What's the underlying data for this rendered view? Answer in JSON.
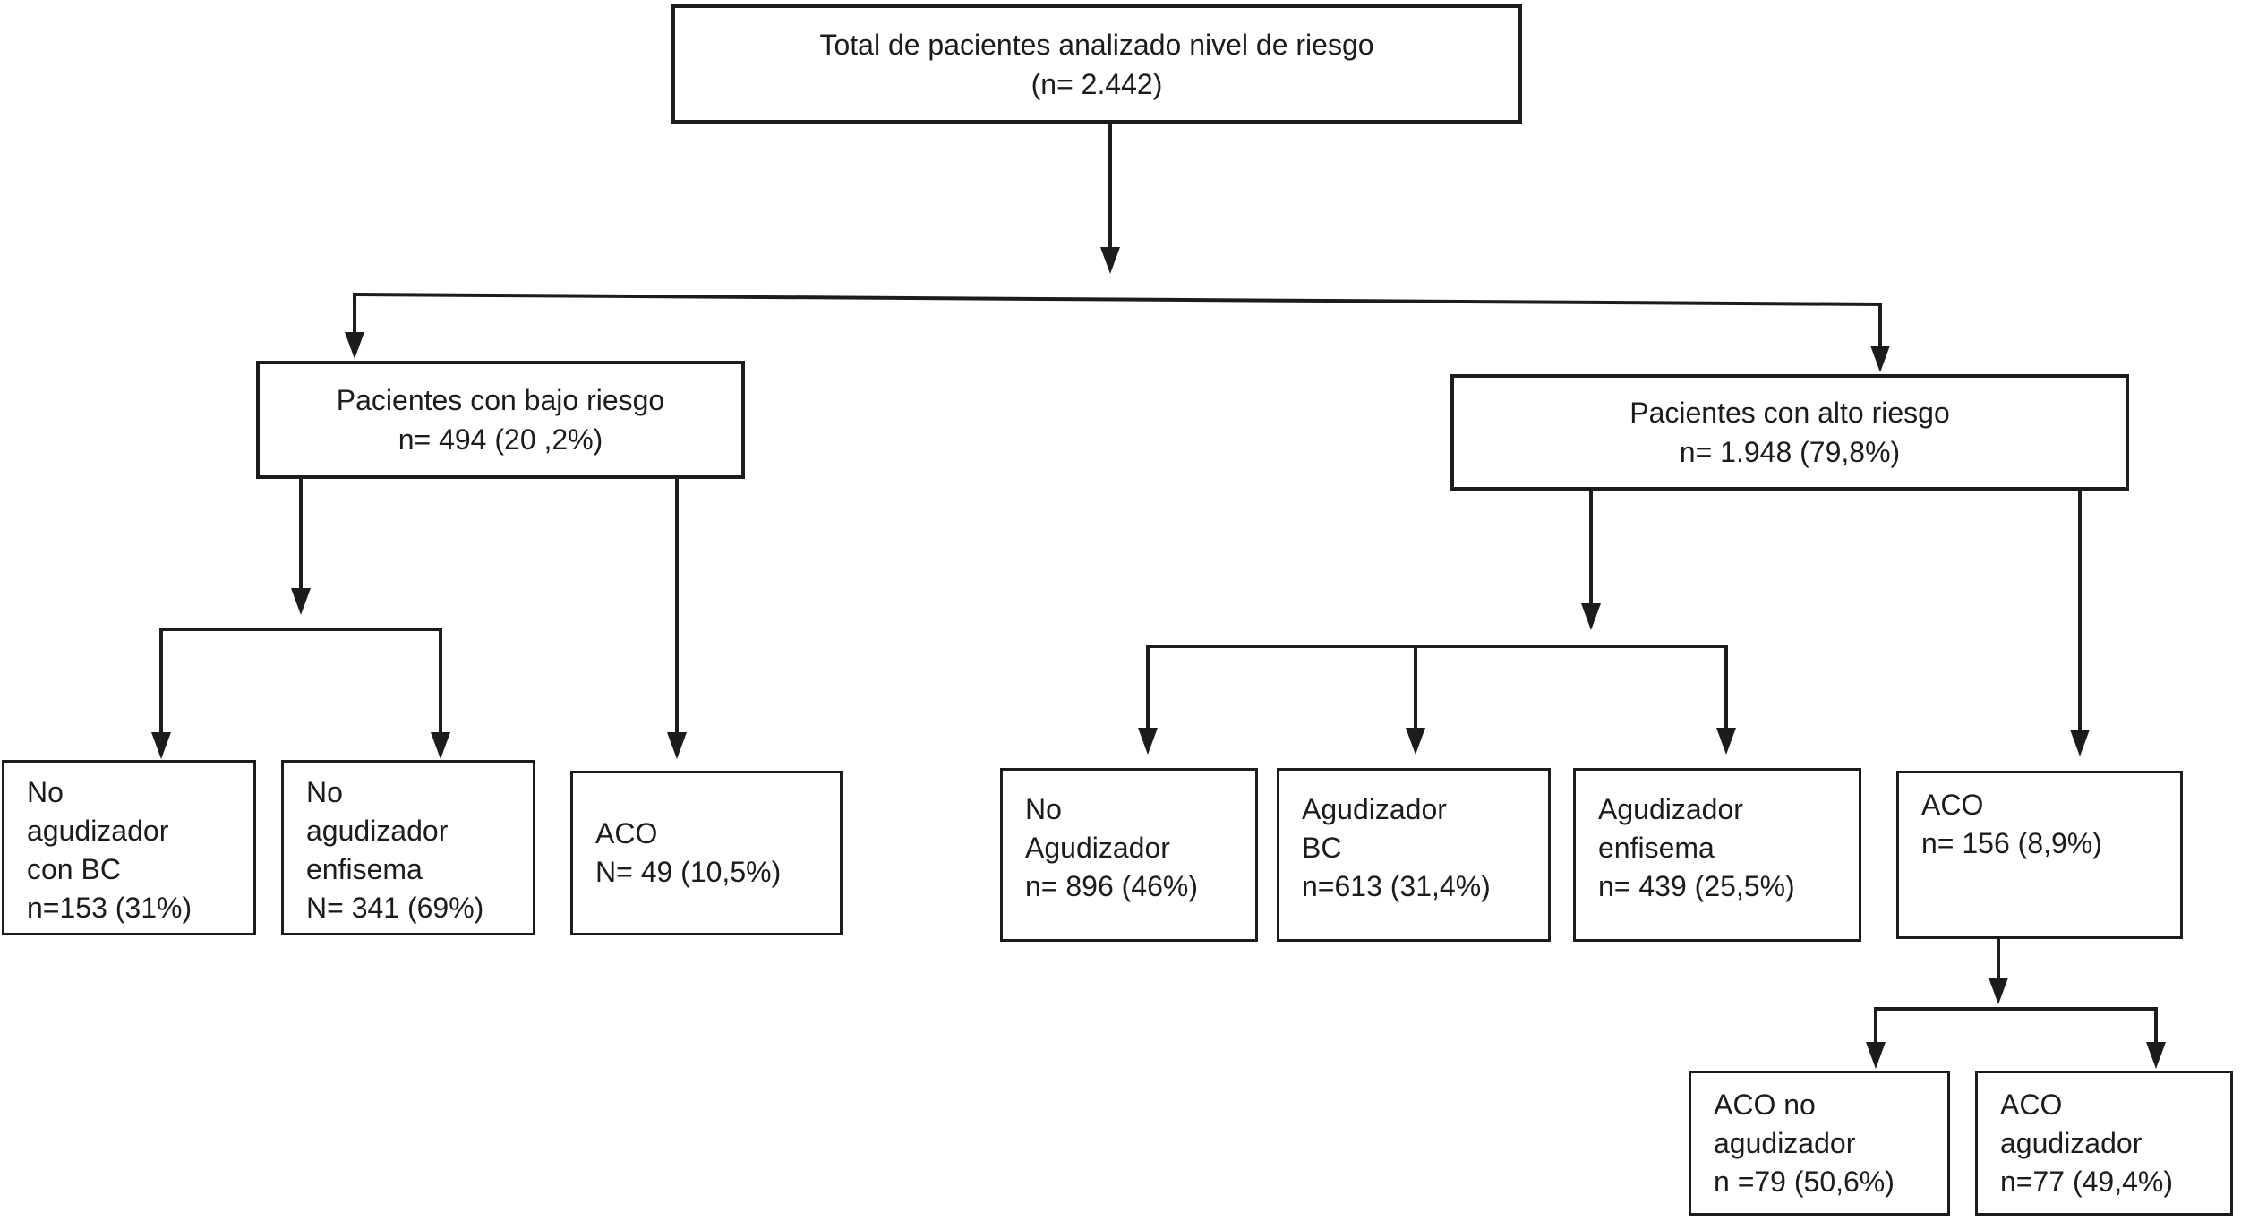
{
  "diagram": {
    "background_color": "#ffffff",
    "line_color": "#1c1c1c",
    "text_color": "#1c1c1c",
    "nodes": {
      "root": {
        "lines": [
          "Total de pacientes analizado nivel de riesgo",
          "(n= 2.442)"
        ]
      },
      "bajo": {
        "lines": [
          "Pacientes con bajo riesgo",
          "n= 494 (20 ,2%)"
        ]
      },
      "alto": {
        "lines": [
          "Pacientes con alto riesgo",
          "n= 1.948 (79,8%)"
        ]
      },
      "no_agudizador_bc": {
        "lines": [
          "No",
          "agudizador",
          "con BC",
          "n=153 (31%)"
        ]
      },
      "no_agudizador_enfisema": {
        "lines": [
          "No",
          "agudizador",
          "enfisema",
          "N= 341 (69%)"
        ]
      },
      "aco_bajo": {
        "lines": [
          "ACO",
          "N= 49 (10,5%)"
        ]
      },
      "no_agudizador_alto": {
        "lines": [
          "No",
          "Agudizador",
          "n= 896 (46%)"
        ]
      },
      "agudizador_bc": {
        "lines": [
          "Agudizador",
          "BC",
          "n=613 (31,4%)"
        ]
      },
      "agudizador_enfisema": {
        "lines": [
          "Agudizador",
          "enfisema",
          "n= 439 (25,5%)"
        ]
      },
      "aco_alto": {
        "lines": [
          "ACO",
          "n= 156 (8,9%)"
        ]
      },
      "aco_no_agudizador": {
        "lines": [
          "ACO no",
          "agudizador",
          "n =79 (50,6%)"
        ]
      },
      "aco_agudizador": {
        "lines": [
          "ACO",
          "agudizador",
          "n=77 (49,4%)"
        ]
      }
    },
    "edges": [
      [
        "root",
        "bajo"
      ],
      [
        "root",
        "alto"
      ],
      [
        "bajo",
        "no_agudizador_bc"
      ],
      [
        "bajo",
        "no_agudizador_enfisema"
      ],
      [
        "bajo",
        "aco_bajo"
      ],
      [
        "alto",
        "no_agudizador_alto"
      ],
      [
        "alto",
        "agudizador_bc"
      ],
      [
        "alto",
        "agudizador_enfisema"
      ],
      [
        "alto",
        "aco_alto"
      ],
      [
        "aco_alto",
        "aco_no_agudizador"
      ],
      [
        "aco_alto",
        "aco_agudizador"
      ]
    ]
  }
}
